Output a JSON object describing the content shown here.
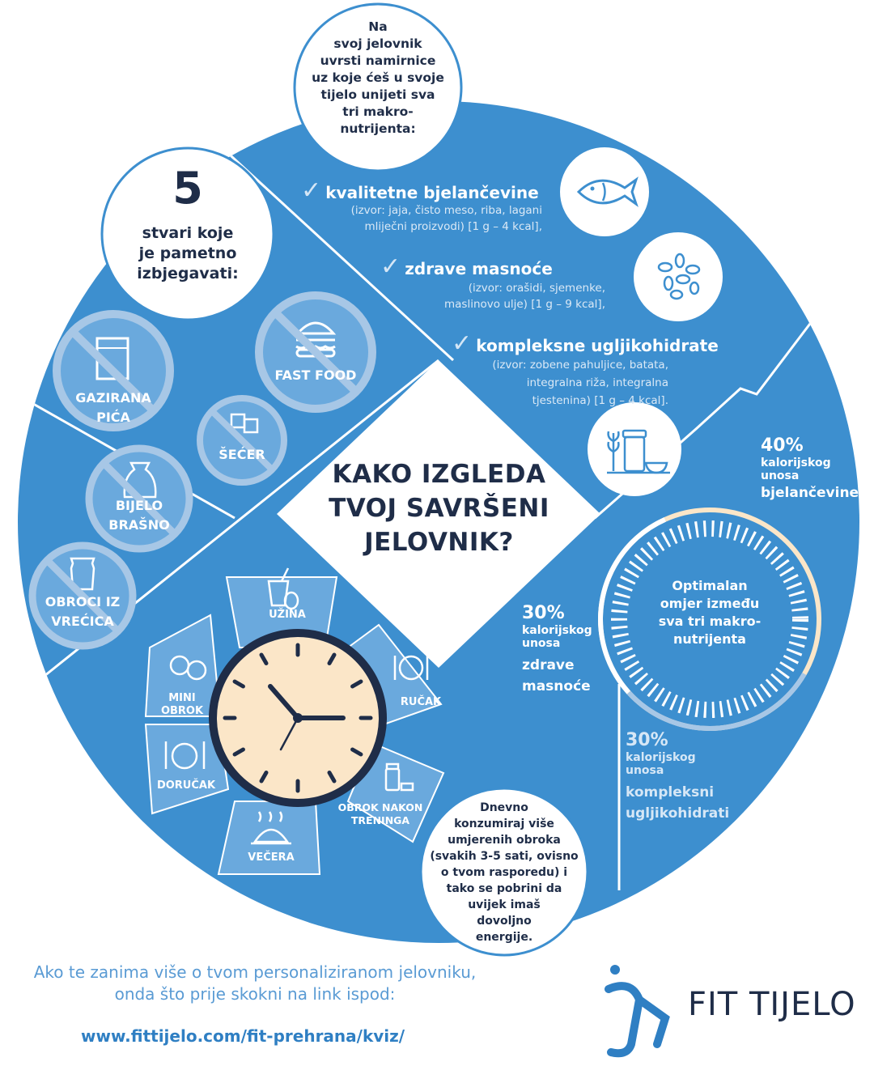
{
  "title": {
    "line1": "KAKO IZGLEDA",
    "line2": "TVOJ SAVRŠENI",
    "line3": "JELOVNIK?"
  },
  "colors": {
    "primary": "#3d8fcf",
    "light": "#6aa9dd",
    "navy": "#1f2d48",
    "clock_face": "#fbe6c8"
  },
  "intro_bubble": {
    "lines": [
      "Na",
      "svoj jelovnik",
      "uvrsti namirnice",
      "uz koje ćeš u svoje",
      "tijelo unijeti sva",
      "tri makro-",
      "nutrijenta:"
    ]
  },
  "macros": [
    {
      "check": "✓",
      "title": "kvalitetne bjelančevine",
      "lines": [
        "(izvor: jaja, čisto meso, riba, lagani",
        "mliječni proizvodi) [1 g – 4 kcal],"
      ],
      "icon": "fish-icon"
    },
    {
      "check": "✓",
      "title": "zdrave masnoće",
      "lines": [
        "(izvor: orašidi, sjemenke,",
        "maslinovo ulje) [1 g – 9 kcal],"
      ],
      "icon": "seeds-icon"
    },
    {
      "check": "✓",
      "title": "kompleksne ugljikohidrate",
      "lines": [
        "(izvor: zobene pahuljice, batata,",
        "integralna riža, integralna",
        "tjestenina) [1 g – 4 kcal]."
      ],
      "icon": "grains-jar-icon"
    }
  ],
  "avoid": {
    "number": "5",
    "lines": [
      "stvari koje",
      "je pametno",
      "izbjegavati:"
    ],
    "items": [
      {
        "lines": [
          "GAZIRANA",
          "PIĆA"
        ],
        "icon": "soda-glass-icon"
      },
      {
        "lines": [
          "FAST FOOD"
        ],
        "icon": "burger-icon"
      },
      {
        "lines": [
          "ŠEĆER"
        ],
        "icon": "sugar-cubes-icon"
      },
      {
        "lines": [
          "BIJELO",
          "BRAŠNO"
        ],
        "icon": "flour-sack-icon"
      },
      {
        "lines": [
          "OBROCI IZ",
          "VREĆICA"
        ],
        "icon": "snack-bag-icon"
      }
    ]
  },
  "ratio": {
    "center_lines": [
      "Optimalan",
      "omjer između",
      "sva tri makro-",
      "nutrijenta"
    ],
    "proteins": {
      "percent": "40%",
      "line1": "kalorijskog",
      "line2": "unosa",
      "name_lines": [
        "bjelančevine"
      ]
    },
    "fats": {
      "percent": "30%",
      "line1": "kalorijskog",
      "line2": "unosa",
      "name_lines": [
        "zdrave",
        "masnoće"
      ]
    },
    "carbs": {
      "percent": "30%",
      "line1": "kalorijskog",
      "line2": "unosa",
      "name_lines": [
        "kompleksni",
        "ugljikohidrati"
      ]
    }
  },
  "meals": [
    {
      "lines": [
        "UŽINA"
      ],
      "icon": "smoothie-icon"
    },
    {
      "lines": [
        "RUČAK"
      ],
      "icon": "plate-cutlery-icon"
    },
    {
      "lines": [
        "OBROK NAKON",
        "TRENINGA"
      ],
      "icon": "shaker-icon"
    },
    {
      "lines": [
        "VEČERA"
      ],
      "icon": "cloche-icon"
    },
    {
      "lines": [
        "DORUČAK"
      ],
      "icon": "breakfast-plate-icon"
    },
    {
      "lines": [
        "MINI",
        "OBROK"
      ],
      "icon": "cookies-icon"
    }
  ],
  "meal_tip": {
    "lines": [
      "Dnevno",
      "konzumiraj više",
      "umjerenih obroka",
      "(svakih 3-5 sati, ovisno",
      "o tvom rasporedu) i",
      "tako se pobrini da",
      "uvijek imaš",
      "dovoljno",
      "energije."
    ]
  },
  "footer": {
    "line1": "Ako te zanima više o tvom personaliziranom jelovniku,",
    "line2": "onda što prije skokni na link ispod:",
    "link": "www.fittijelo.com/fit-prehrana/kviz/",
    "brand": "FIT TIJELO"
  }
}
